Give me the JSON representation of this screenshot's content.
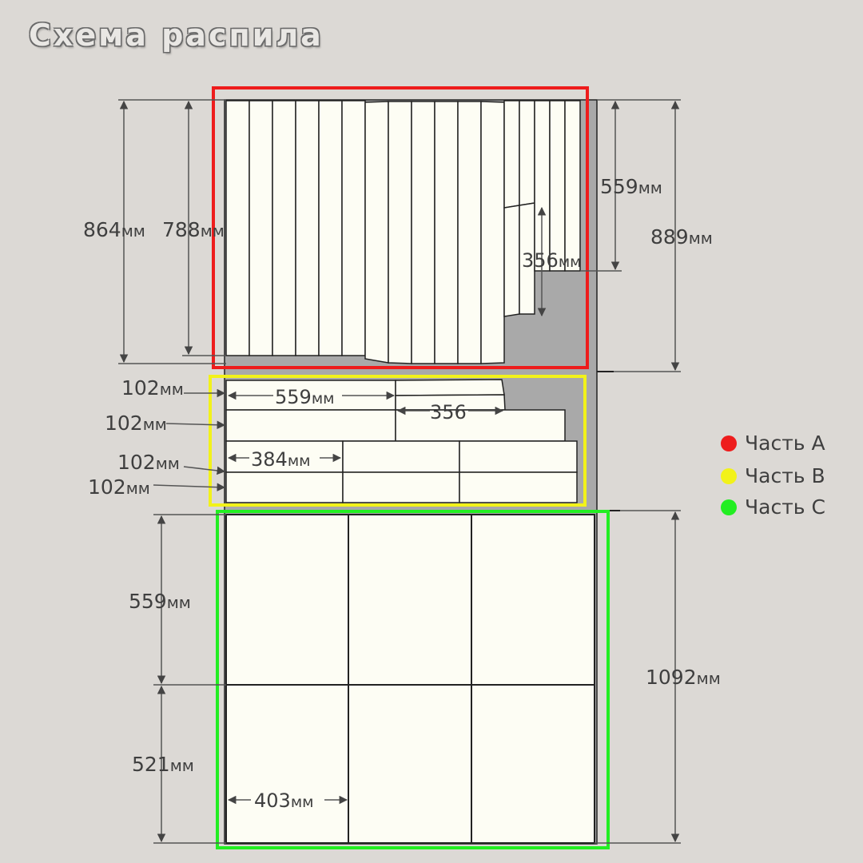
{
  "title": "Схема распила",
  "colors": {
    "background": "#dcd9d5",
    "sheet": "#a9a9a9",
    "piece": "#fdfdf4",
    "part_a": "#ee1c1c",
    "part_b": "#f2f21a",
    "part_c": "#22ee22"
  },
  "legend": [
    {
      "label": "Часть А",
      "color": "#ee1c1c"
    },
    {
      "label": "Часть В",
      "color": "#f2f21a"
    },
    {
      "label": "Часть С",
      "color": "#22ee22"
    }
  ],
  "dimensions": {
    "a_864": {
      "num": "864",
      "unit": "мм"
    },
    "a_788": {
      "num": "788",
      "unit": "мм"
    },
    "a_559": {
      "num": "559",
      "unit": "мм"
    },
    "a_889": {
      "num": "889",
      "unit": "мм"
    },
    "a_356": {
      "num": "356",
      "unit": "мм"
    },
    "b_102_1": {
      "num": "102",
      "unit": "мм"
    },
    "b_102_2": {
      "num": "102",
      "unit": "мм"
    },
    "b_102_3": {
      "num": "102",
      "unit": "мм"
    },
    "b_102_4": {
      "num": "102",
      "unit": "мм"
    },
    "b_559": {
      "num": "559",
      "unit": "мм"
    },
    "b_356": {
      "num": "356",
      "unit": ""
    },
    "b_384": {
      "num": "384",
      "unit": "мм"
    },
    "c_559": {
      "num": "559",
      "unit": "мм"
    },
    "c_521": {
      "num": "521",
      "unit": "мм"
    },
    "c_1092": {
      "num": "1092",
      "unit": "мм"
    },
    "c_403": {
      "num": "403",
      "unit": "мм"
    }
  }
}
